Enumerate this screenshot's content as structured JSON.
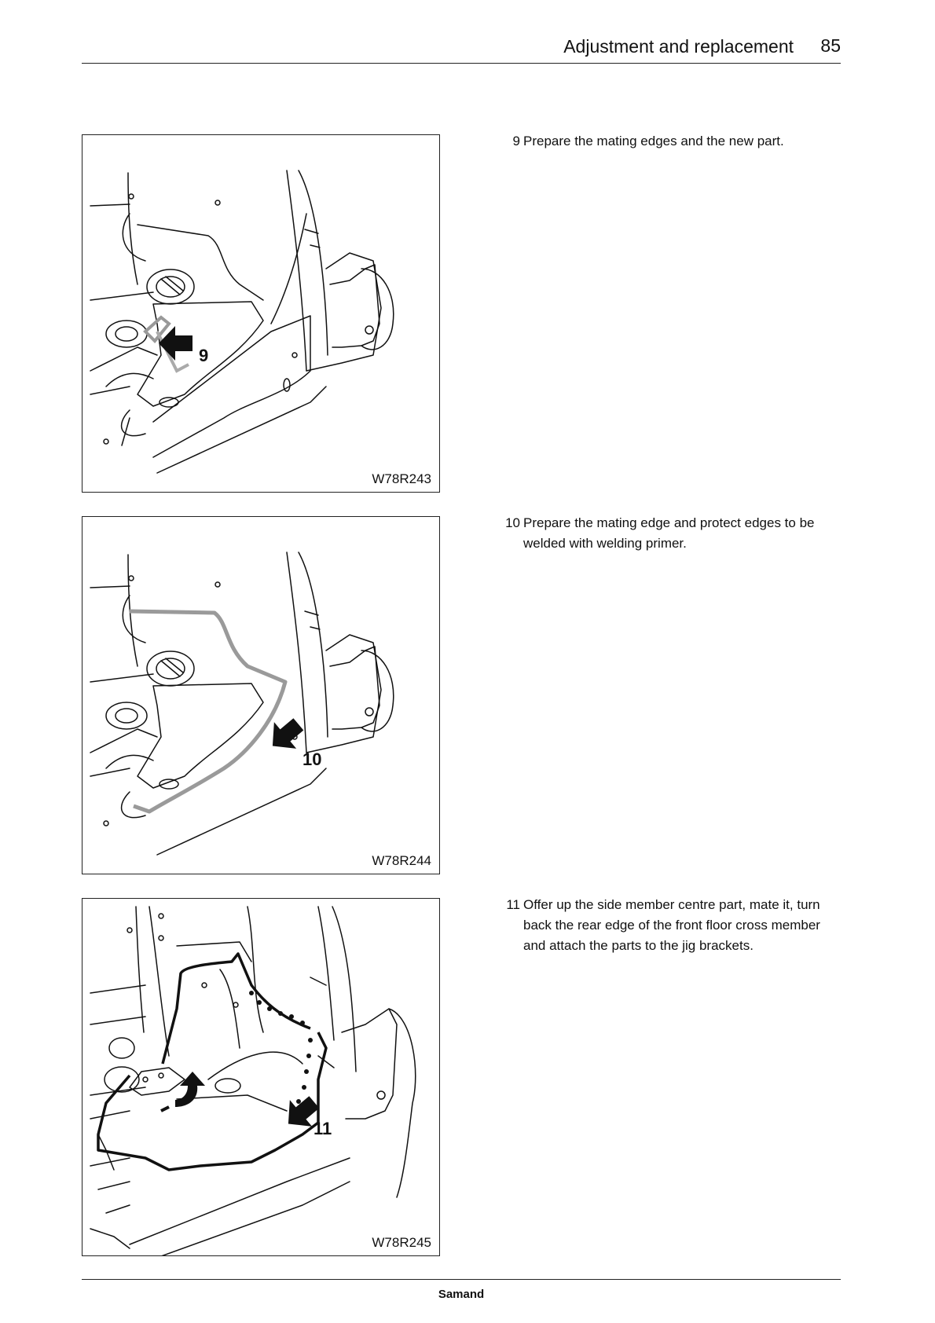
{
  "header": {
    "title": "Adjustment and replacement",
    "page_number": "85"
  },
  "figures": [
    {
      "code": "W78R243",
      "callout": "9"
    },
    {
      "code": "W78R244",
      "callout": "10"
    },
    {
      "code": "W78R245",
      "callout": "11"
    }
  ],
  "steps": [
    {
      "number": "9",
      "text": "Prepare the mating edges and the new part."
    },
    {
      "number": "10",
      "text": "Prepare the mating edge and protect edges to be welded with welding primer."
    },
    {
      "number": "11",
      "text": "Offer up the side member centre part, mate it, turn back the rear edge of the front floor cross member and attach the parts to the jig brackets."
    }
  ],
  "footer": {
    "brand": "Samand"
  }
}
